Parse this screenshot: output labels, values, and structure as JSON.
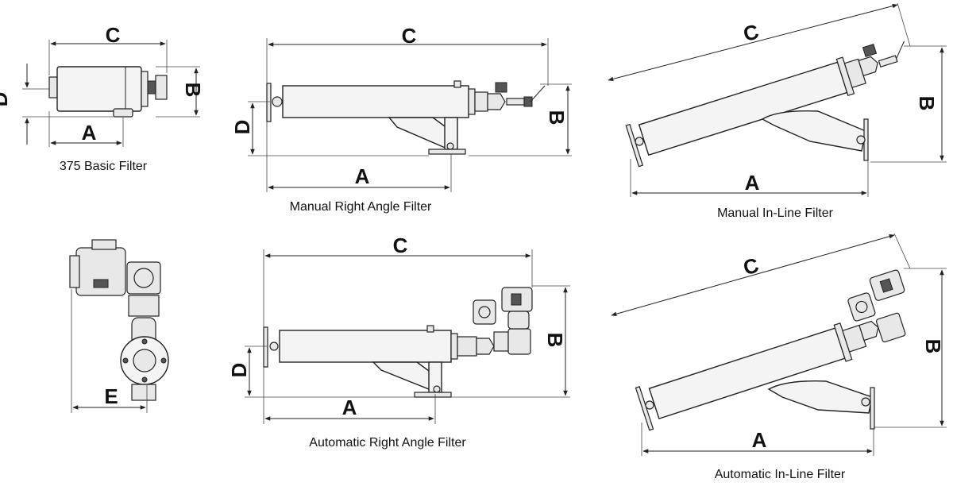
{
  "diagrams": {
    "basic": {
      "caption": "375 Basic Filter",
      "dims": {
        "a": "A",
        "b": "B",
        "c": "C",
        "d": "D"
      }
    },
    "manual_right_angle": {
      "caption": "Manual Right Angle Filter",
      "dims": {
        "a": "A",
        "b": "B",
        "c": "C",
        "d": "D"
      }
    },
    "manual_inline": {
      "caption": "Manual In-Line Filter",
      "dims": {
        "a": "A",
        "b": "B",
        "c": "C"
      }
    },
    "end_view": {
      "dims": {
        "e": "E"
      }
    },
    "auto_right_angle": {
      "caption": "Automatic Right Angle Filter",
      "dims": {
        "a": "A",
        "b": "B",
        "c": "C",
        "d": "D"
      }
    },
    "auto_inline": {
      "caption": "Automatic In-Line Filter",
      "dims": {
        "a": "A",
        "b": "B",
        "c": "C"
      }
    }
  },
  "colors": {
    "line": "#222222",
    "body_fill": "#f4f4f4",
    "background": "#ffffff"
  }
}
